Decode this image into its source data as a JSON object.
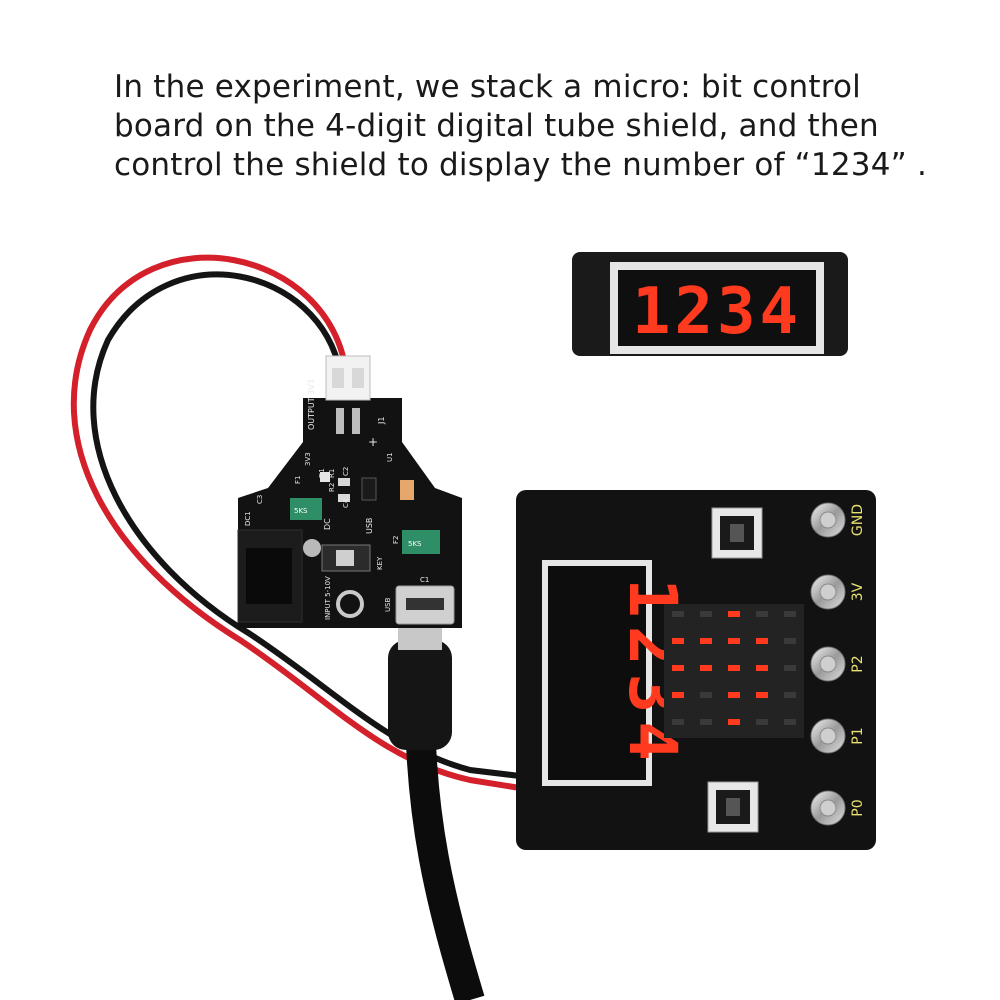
{
  "caption": {
    "line1": "In the experiment, we stack a micro: bit control",
    "line2": "board on the 4-digit digital tube shield, and    then",
    "line3": "control the shield to display the number of “1234” ."
  },
  "display_value": "1234",
  "shield_pins": [
    "GND",
    "3V",
    "P2",
    "P1",
    "P0"
  ],
  "power_board": {
    "labels": [
      "OUTPUT 3V3",
      "J1",
      "+",
      "3V3",
      "D1",
      "R1",
      "R2",
      "C2",
      "C4",
      "F1",
      "C3",
      "5KS",
      "U1",
      "DC1",
      "DC",
      "USB",
      "F2",
      "5KS",
      "KEY",
      "INPUT 5-10V",
      "USB",
      "C1"
    ]
  },
  "colors": {
    "led_red": "#ff3a1e",
    "pcb_black": "#111111",
    "wire_red": "#d4202a",
    "wire_black": "#141414",
    "silk": "#e8e8e8",
    "pin_label": "#e8e070"
  }
}
